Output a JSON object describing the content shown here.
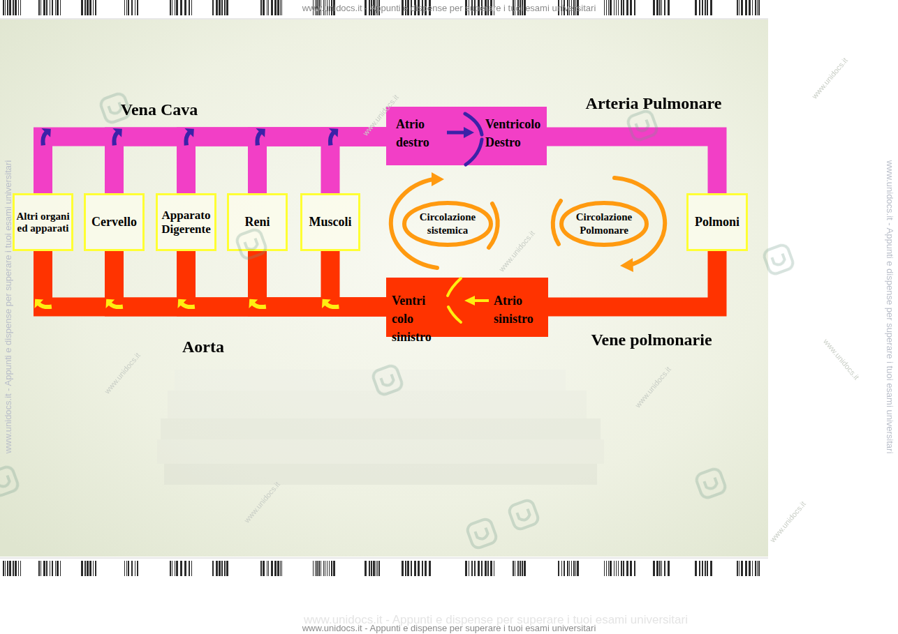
{
  "diagram": {
    "nodes": [
      {
        "text": [
          "Atrio destro",
          "Ventricolo Destro"
        ]
      },
      {
        "text": [
          "Altri organi ed apparati"
        ]
      },
      {
        "text": [
          "Cervello"
        ]
      },
      {
        "text": [
          "Apparato Digerente"
        ]
      },
      {
        "text": [
          "Reni"
        ]
      },
      {
        "text": [
          "Muscoli"
        ]
      },
      {
        "text": [
          "Circolazione sistemica"
        ]
      },
      {
        "text": [
          "Circolazione Polmonare"
        ]
      },
      {
        "text": [
          "Polmoni"
        ]
      },
      {
        "text": [
          "Ventri colo sinistro",
          "Atrio sinistro"
        ]
      }
    ],
    "edges": [
      {
        "from": 1,
        "to": 0,
        "arrow": "to"
      },
      {
        "from": 2,
        "to": 0,
        "arrow": "to"
      },
      {
        "from": 3,
        "to": 0,
        "arrow": "to"
      },
      {
        "from": 4,
        "to": 0,
        "arrow": "to"
      },
      {
        "from": 5,
        "to": 0,
        "arrow": "to"
      },
      {
        "from": 0,
        "to": 8,
        "arrow": "none"
      },
      {
        "from": 8,
        "to": 9,
        "arrow": "none"
      },
      {
        "from": 9,
        "to": 1,
        "arrow": "to"
      },
      {
        "from": 9,
        "to": 2,
        "arrow": "to"
      },
      {
        "from": 9,
        "to": 3,
        "arrow": "to"
      },
      {
        "from": 9,
        "to": 4,
        "arrow": "to"
      },
      {
        "from": 9,
        "to": 5,
        "arrow": "to"
      }
    ],
    "labels": [
      "Vena Cava",
      "Arteria Pulmonare",
      "Aorta",
      "Vene polmonarie",
      "www.unidocs.it - Appunti e dispense per superare i tuoi esami universitari",
      "www.unidocs.it - Appunti e dispense per superare i tuoi esami universitari",
      "www.unidocs.it - Appunti e dispense per superare i tuoi esami universitari",
      "www.unidocs.it - Appunti e dispense per superare i tuoi esami universitari",
      "www.unidocs.it - Appunti e dispense per superare i tuoi esami universitari",
      "www.unidocs.it",
      "www.unidocs.it",
      "www.unidocs.it",
      "www.unidocs.it",
      "www.unidocs.it",
      "www.unidocs.it",
      "www.unidocs.it",
      "www.unidocs.it"
    ]
  }
}
